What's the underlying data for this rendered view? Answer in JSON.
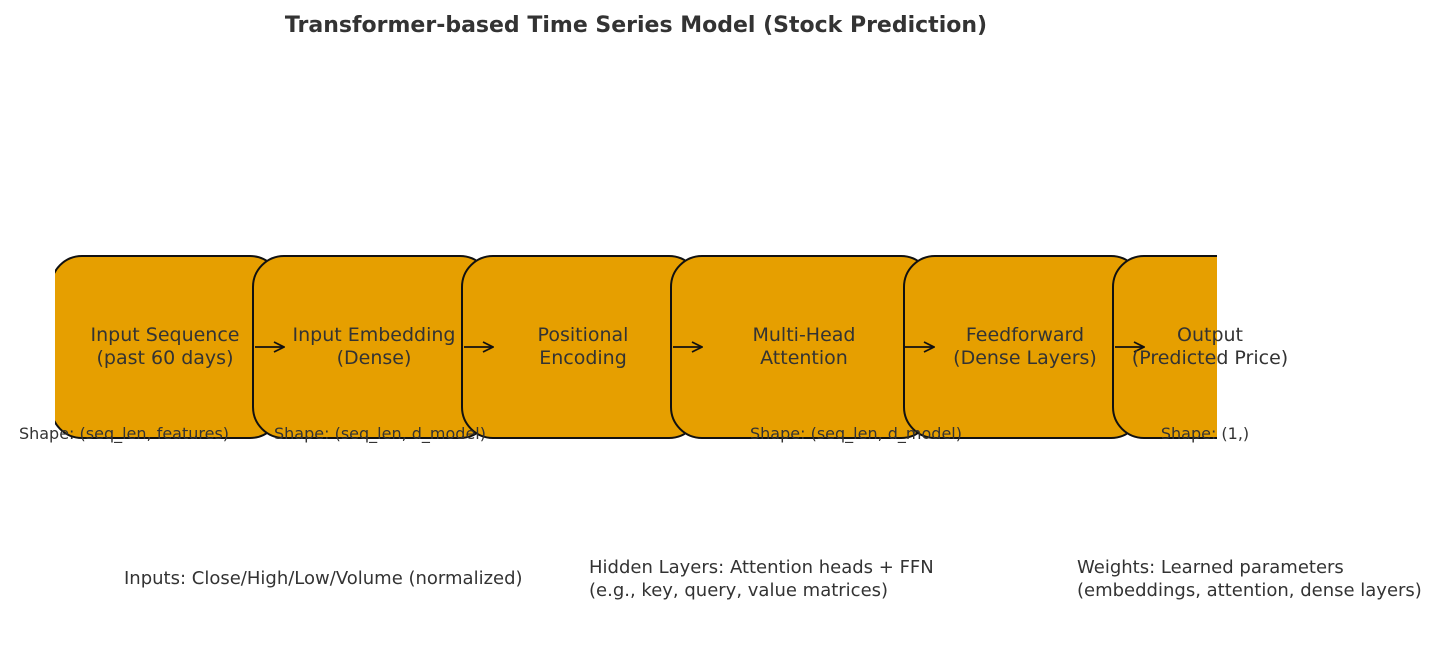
{
  "diagram": {
    "title": "Transformer-based Time Series Model (Stock Prediction)",
    "blocks": [
      {
        "label": "Input Sequence\n(past 60 days)"
      },
      {
        "label": "Input Embedding\n(Dense)"
      },
      {
        "label": "Positional\nEncoding"
      },
      {
        "label": "Multi-Head\nAttention"
      },
      {
        "label": "Feedforward\n(Dense Layers)"
      },
      {
        "label": "Output\n(Predicted Price)"
      }
    ],
    "shapes": [
      "Shape: (seq_len, features)",
      "Shape: (seq_len, d_model)",
      "Shape: (seq_len, d_model)",
      "Shape: (1,)"
    ],
    "notes": [
      "Inputs: Close/High/Low/Volume (normalized)",
      "Hidden Layers: Attention heads + FFN\n(e.g., key, query, value matrices)",
      "Weights: Learned parameters\n(embeddings, attention, dense layers)"
    ],
    "colors": {
      "block_fill": "#e69f00",
      "block_border": "#111111",
      "text": "#333333"
    }
  }
}
